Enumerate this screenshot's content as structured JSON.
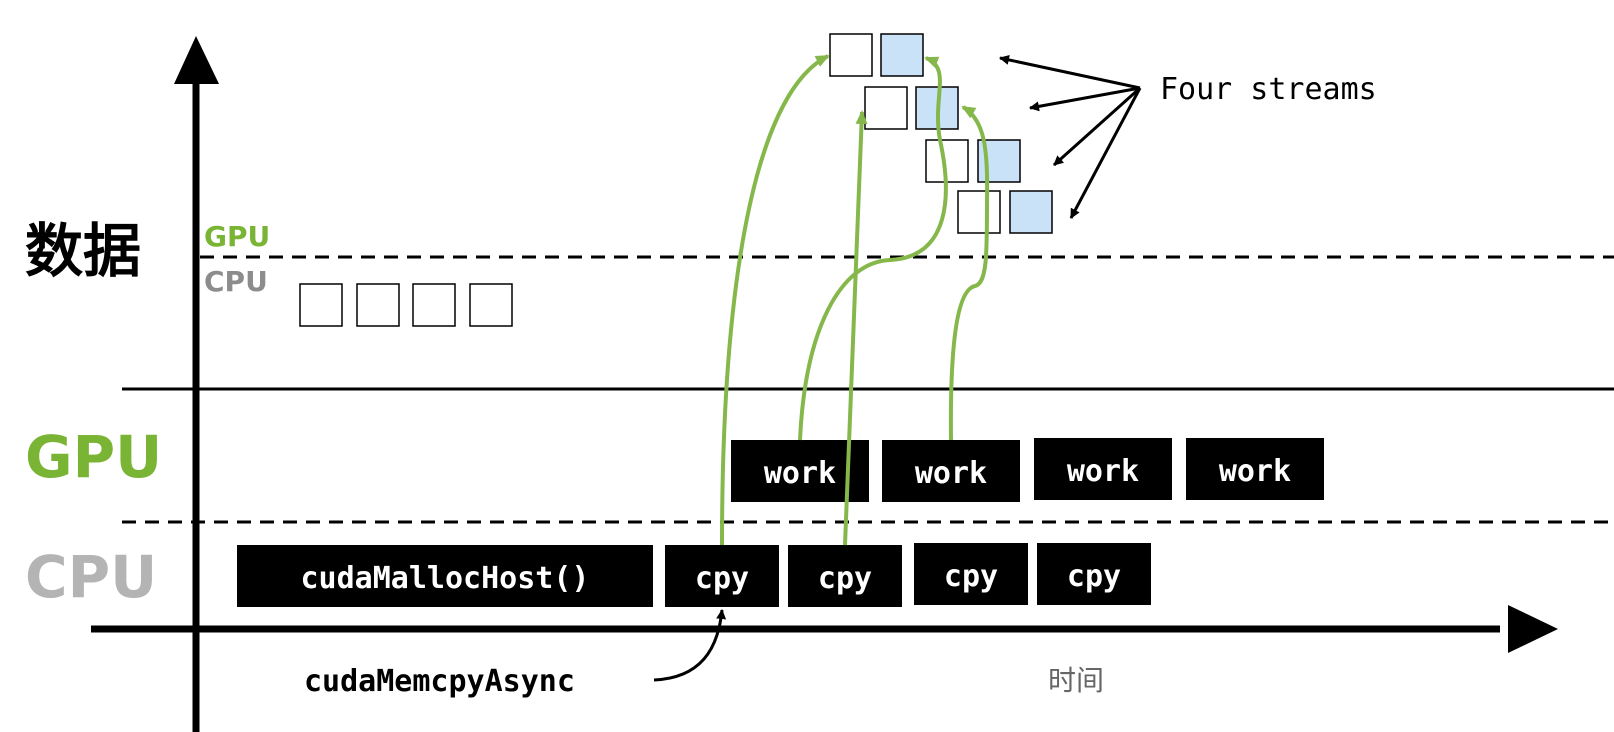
{
  "left_labels": {
    "data": "数据",
    "gpu": "GPU",
    "cpu": "CPU"
  },
  "small_labels": {
    "gpu": "GPU",
    "cpu": "CPU"
  },
  "cpu_boxes": {
    "malloc": "cudaMallocHost()",
    "cpy": [
      "cpy",
      "cpy",
      "cpy",
      "cpy"
    ]
  },
  "gpu_boxes": {
    "work": [
      "work",
      "work",
      "work",
      "work"
    ]
  },
  "annotations": {
    "memcpy": "cudaMemcpyAsync",
    "streams": "Four streams",
    "time": "时间"
  },
  "colors": {
    "gpu_green": "#7ab435",
    "cpu_gray": "#b4b4b4",
    "small_cpu_gray": "#8c8c8c",
    "stream_fill": "#c9e2f7",
    "box_fill": "#000000",
    "arrow_green": "#86b74a"
  }
}
